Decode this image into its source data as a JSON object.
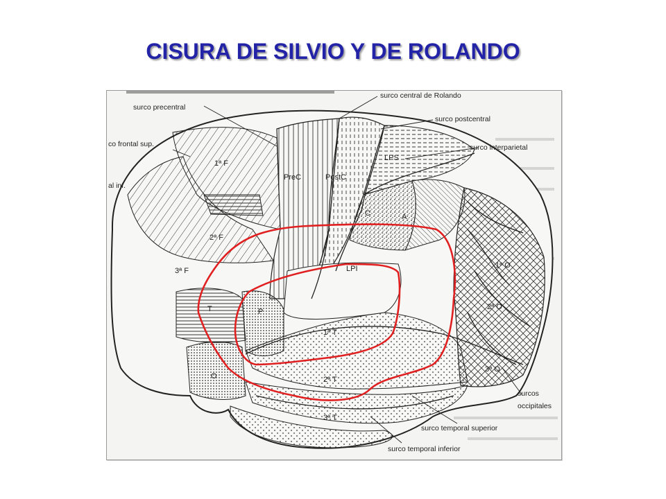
{
  "slide": {
    "title": "CISURA DE SILVIO Y DE ROLANDO"
  },
  "diagram": {
    "labels": {
      "surco_central": "surco central de Rolando",
      "surco_precentral": "surco precentral",
      "surco_postcentral": "surco postcentral",
      "surco_interparietal": "surco interparietal",
      "surco_frontal_sup": "co frontal sup.",
      "surco_frontal_inf": "al inf.",
      "surcos_occipitales_1": "surcos",
      "surcos_occipitales_2": "occipitales",
      "surco_temporal_superior": "surco temporal superior",
      "surco_temporal_inferior": "surco temporal inferior"
    },
    "regions": {
      "f1": "1ª F",
      "f2": "2ª F",
      "f3": "3ª F",
      "prec": "PreC",
      "postc": "PostC",
      "lps": "LPS",
      "c": "C",
      "a": "A",
      "lpi": "LPI",
      "t": "T",
      "p": "P",
      "o": "O",
      "t1": "1ª T",
      "t2": "2ª T",
      "t3": "3ª T",
      "o1": "1ª O",
      "o2": "2ª O",
      "o3": "3ª O"
    },
    "colors": {
      "title": "#2323a8",
      "highlight_outline": "#e02020",
      "line_art": "#222222"
    }
  }
}
